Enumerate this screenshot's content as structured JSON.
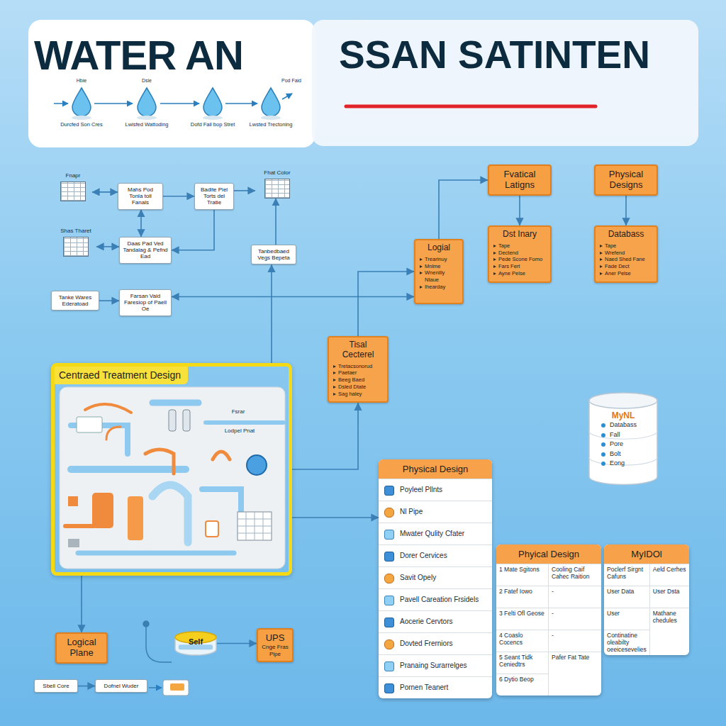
{
  "diagram": {
    "title": "WATER AN",
    "nodes": [
      {
        "text": [
          "Fnapr"
        ]
      },
      {
        "text": [
          "Mahs Pod Tonla toll Fanals"
        ]
      },
      {
        "text": [
          "Badite Piel Torts del Tratie"
        ]
      },
      {
        "text": [
          "Fhat Color"
        ]
      },
      {
        "text": [
          "Shas Tharet"
        ]
      },
      {
        "text": [
          "Daas Pad Ved Tandalag & Pefnd Ead"
        ]
      },
      {
        "text": [
          "Tanbedbaed Vegs Bepeta"
        ]
      },
      {
        "text": [
          "Tanke Wares Ederatoad"
        ]
      },
      {
        "text": [
          "Farsan Vaid Faresiop of Paell Oe"
        ]
      },
      {
        "text": [
          "Fvatical Latigns"
        ]
      },
      {
        "text": [
          "Physical Designs"
        ]
      },
      {
        "text": [
          "Dst Inary",
          "Tape",
          "Dectend",
          "Pede Scone Fomo",
          "Fars Fert",
          "Ayne Pelse"
        ]
      },
      {
        "text": [
          "Databass",
          "Tape",
          "Wrefend",
          "Naed Shed Fane",
          "Fade Dect",
          "Aner Pelse"
        ]
      },
      {
        "text": [
          "Logial",
          "Trearinuy",
          "Mnlme",
          "Wnenilly Ntaue",
          "Ihearday"
        ]
      },
      {
        "text": [
          "Tisal Cecterel",
          "Tretacsonorud",
          "Paetaer",
          "Beeg Baed",
          "Dsled Dtate",
          "Sag haley"
        ]
      },
      {
        "text": [
          "Centraed Treatment Design"
        ]
      },
      {
        "text": [
          "MyNL",
          "Databass",
          "Fall",
          "Pore",
          "Bolt",
          "Eong"
        ]
      },
      {
        "text": [
          "Physical Design",
          "Poyleel Pllnts",
          "Nl Pipe",
          "Mwater Qulity Cfater",
          "Dorer Cervices",
          "Savit Opely",
          "Pavell Careation Frsidels",
          "Aocerie Cervtors",
          "Dovted Frerniors",
          "Pranaing Surarrelges",
          "Pornen Teanert"
        ]
      },
      {
        "text": [
          "Phyical Design",
          "1 Mate Sgitons",
          "Cooling Caif Cahec Raition",
          "2 Fatef Iowo",
          "-",
          "3 Felti Ofl Geose",
          "-",
          "4 Coaslo Cocencs",
          "-",
          "5 Seant Tidk Ceniedtrs",
          "Pafer Fat Tate",
          "6 Dytio Beop"
        ]
      },
      {
        "text": [
          "MyIDOl",
          "Poclerf Sirgnt Cafuns",
          "Aeld Cerhes",
          "User Data",
          "User Dsta",
          "User",
          "Mathane chedules",
          "Continatine oleabilty oeeicesevelies"
        ]
      },
      {
        "text": [
          "Logical Plane"
        ]
      },
      {
        "text": [
          "Self"
        ]
      },
      {
        "text": [
          "UPS",
          "Cnge Fras Pipe"
        ]
      },
      {
        "text": [
          "Sbell Core"
        ]
      },
      {
        "text": [
          "Dofnel Wuder"
        ]
      }
    ],
    "edges": [
      {
        "from": 0,
        "to": 1,
        "arrow": "both"
      },
      {
        "from": 1,
        "to": 2,
        "arrow": "to"
      },
      {
        "from": 2,
        "to": 3,
        "arrow": "to"
      },
      {
        "from": 4,
        "to": 5,
        "arrow": "both"
      },
      {
        "from": 5,
        "to": 1,
        "arrow": "both"
      },
      {
        "from": 2,
        "to": 5,
        "arrow": "to"
      },
      {
        "from": 7,
        "to": 8,
        "arrow": "to"
      },
      {
        "from": 8,
        "to": 13,
        "arrow": "both"
      },
      {
        "from": 13,
        "to": 9,
        "arrow": "to"
      },
      {
        "from": 9,
        "to": 11,
        "arrow": "to"
      },
      {
        "from": 10,
        "to": 12,
        "arrow": "to"
      },
      {
        "from": 14,
        "to": 13,
        "arrow": "to"
      },
      {
        "from": 15,
        "to": 14,
        "arrow": "to"
      },
      {
        "from": 15,
        "to": 17,
        "arrow": "to"
      },
      {
        "from": 15,
        "to": 6,
        "arrow": "to"
      },
      {
        "from": 6,
        "to": 3,
        "arrow": "to"
      },
      {
        "from": 15,
        "to": 20,
        "arrow": "to"
      },
      {
        "from": 21,
        "to": 22,
        "arrow": "to"
      },
      {
        "from": 23,
        "to": 24,
        "arrow": "to"
      }
    ],
    "labels": [
      "Hbie",
      "Durcfed Son Cres",
      "Dsie",
      "Lwisfed Wattoding",
      "Dofd Fail bop Stret",
      "Pod Faid",
      "Lwsted Trectoning",
      "SSAN SATINTEN",
      "Fsrar",
      "Lodpel Pnat"
    ]
  }
}
